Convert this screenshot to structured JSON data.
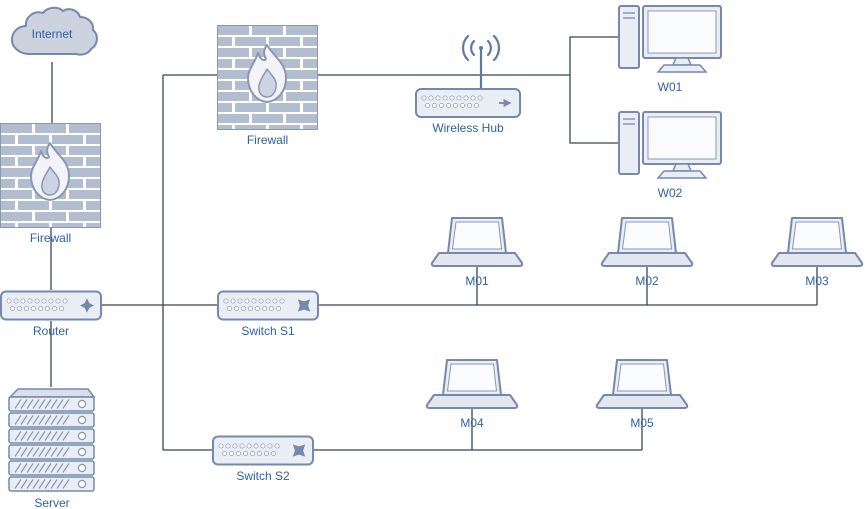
{
  "diagram": {
    "nodes": {
      "internet": {
        "label": "Internet",
        "type": "cloud",
        "icon": "cloud-icon"
      },
      "firewall_left": {
        "label": "Firewall",
        "type": "firewall",
        "icon": "firewall-icon"
      },
      "router": {
        "label": "Router",
        "type": "router",
        "icon": "router-icon"
      },
      "server": {
        "label": "Server",
        "type": "server",
        "icon": "server-icon"
      },
      "firewall_top": {
        "label": "Firewall",
        "type": "firewall",
        "icon": "firewall-icon"
      },
      "wireless_hub": {
        "label": "Wireless Hub",
        "type": "wireless-hub",
        "icon": "wireless-hub-icon"
      },
      "w01": {
        "label": "W01",
        "type": "workstation",
        "icon": "desktop-icon"
      },
      "w02": {
        "label": "W02",
        "type": "workstation",
        "icon": "desktop-icon"
      },
      "m01": {
        "label": "M01",
        "type": "laptop",
        "icon": "laptop-icon"
      },
      "m02": {
        "label": "M02",
        "type": "laptop",
        "icon": "laptop-icon"
      },
      "m03": {
        "label": "M03",
        "type": "laptop",
        "icon": "laptop-icon"
      },
      "switch_s1": {
        "label": "Switch S1",
        "type": "switch",
        "icon": "switch-icon"
      },
      "m04": {
        "label": "M04",
        "type": "laptop",
        "icon": "laptop-icon"
      },
      "m05": {
        "label": "M05",
        "type": "laptop",
        "icon": "laptop-icon"
      },
      "switch_s2": {
        "label": "Switch S2",
        "type": "switch",
        "icon": "switch-icon"
      }
    },
    "edges": [
      {
        "from": "internet",
        "to": "firewall_left"
      },
      {
        "from": "firewall_left",
        "to": "router"
      },
      {
        "from": "router",
        "to": "server"
      },
      {
        "from": "router",
        "to": "firewall_top"
      },
      {
        "from": "router",
        "to": "switch_s1"
      },
      {
        "from": "router",
        "to": "switch_s2"
      },
      {
        "from": "firewall_top",
        "to": "wireless_hub"
      },
      {
        "from": "wireless_hub",
        "to": "w01"
      },
      {
        "from": "wireless_hub",
        "to": "w02"
      },
      {
        "from": "switch_s1",
        "to": "m01"
      },
      {
        "from": "switch_s1",
        "to": "m02"
      },
      {
        "from": "switch_s1",
        "to": "m03"
      },
      {
        "from": "switch_s2",
        "to": "m04"
      },
      {
        "from": "switch_s2",
        "to": "m05"
      }
    ],
    "colors": {
      "label": "#2d62a6",
      "connector": "#3a4556",
      "shape_stroke": "#7688ab",
      "shape_fill": "#e9edf4",
      "brick_fill": "#b3bdd0",
      "antenna": "#5b79a8"
    }
  }
}
